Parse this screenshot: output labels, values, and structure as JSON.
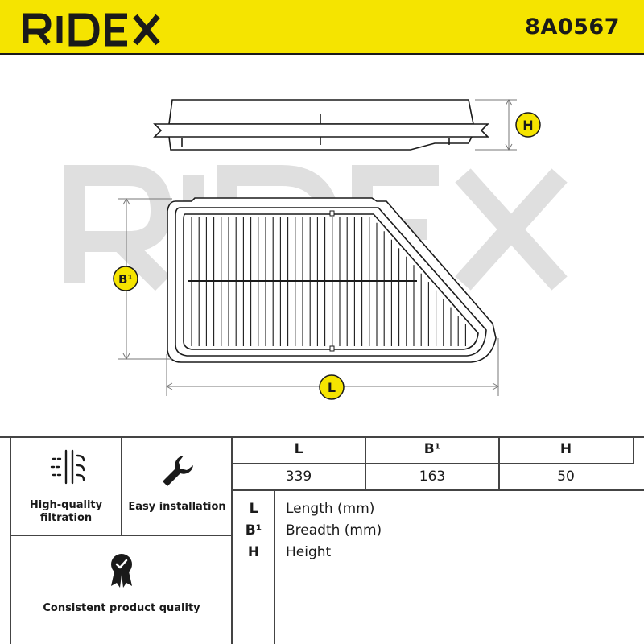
{
  "header": {
    "brand": "RIDEX",
    "part_number": "8A0567",
    "bar_color": "#f5e400"
  },
  "drawing": {
    "watermark": "RIDEX",
    "dimension_labels": {
      "height": "H",
      "breadth": "B¹",
      "length": "L"
    }
  },
  "features": [
    {
      "icon": "filtration-icon",
      "label_line1": "High-quality",
      "label_line2": "filtration"
    },
    {
      "icon": "wrench-icon",
      "label_line1": "Easy installation"
    },
    {
      "icon": "quality-badge-icon",
      "label_line1": "Consistent product quality"
    }
  ],
  "dimensions_table": {
    "headers": [
      "L",
      "B¹",
      "H"
    ],
    "values": [
      "339",
      "163",
      "50"
    ]
  },
  "legend": [
    {
      "key": "L",
      "desc": "Length (mm)"
    },
    {
      "key": "B¹",
      "desc": "Breadth (mm)"
    },
    {
      "key": "H",
      "desc": "Height"
    }
  ]
}
